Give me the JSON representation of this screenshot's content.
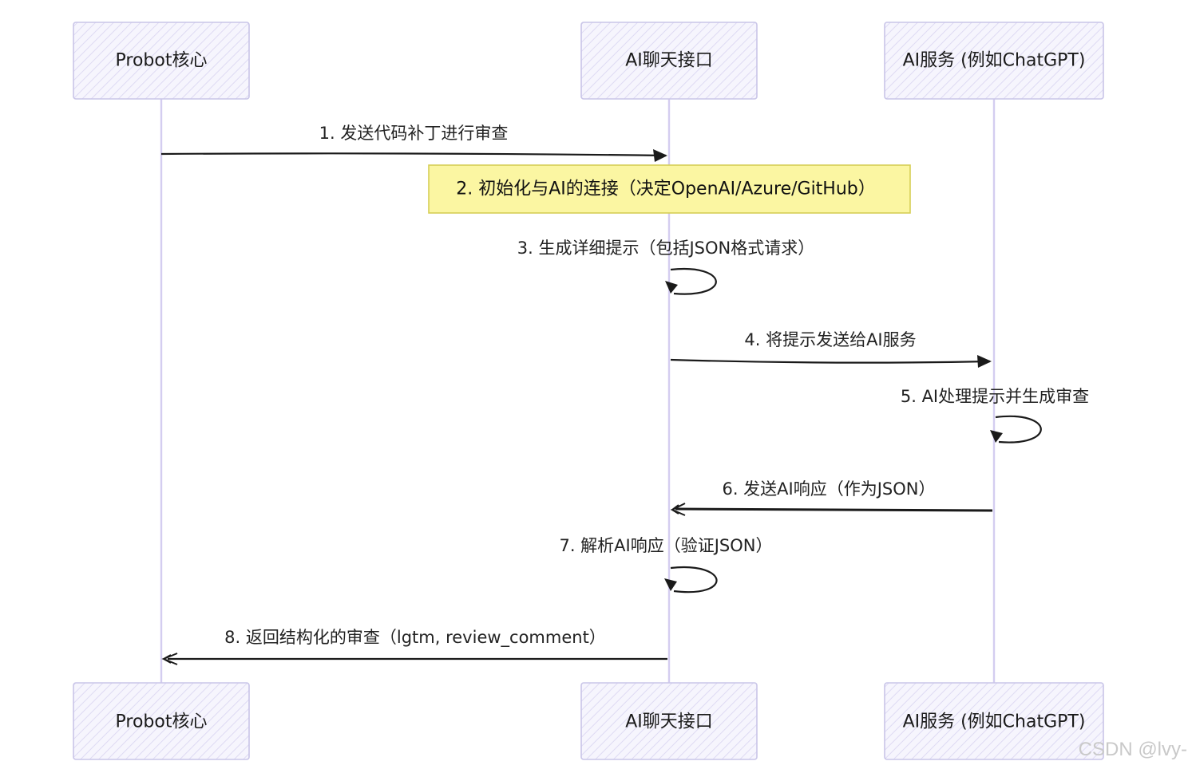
{
  "participants": [
    {
      "id": "probot",
      "label": "Probot核心"
    },
    {
      "id": "chat",
      "label": "AI聊天接口"
    },
    {
      "id": "ai",
      "label": "AI服务 (例如ChatGPT)"
    }
  ],
  "note": {
    "over": "chat",
    "text": "2. 初始化与AI的连接（决定OpenAI/Azure/GitHub）"
  },
  "messages": [
    {
      "from": "probot",
      "to": "chat",
      "kind": "call",
      "text": "1. 发送代码补丁进行审查"
    },
    {
      "from": "chat",
      "to": "chat",
      "kind": "self",
      "text": "3. 生成详细提示（包括JSON格式请求）"
    },
    {
      "from": "chat",
      "to": "ai",
      "kind": "call",
      "text": "4. 将提示发送给AI服务"
    },
    {
      "from": "ai",
      "to": "ai",
      "kind": "self",
      "text": "5. AI处理提示并生成审查"
    },
    {
      "from": "ai",
      "to": "chat",
      "kind": "reply",
      "text": "6. 发送AI响应（作为JSON）"
    },
    {
      "from": "chat",
      "to": "chat",
      "kind": "self",
      "text": "7. 解析AI响应（验证JSON）"
    },
    {
      "from": "chat",
      "to": "probot",
      "kind": "reply",
      "text": "8. 返回结构化的审查（lgtm, review_comment）"
    }
  ],
  "watermark": "CSDN @lvy-",
  "colors": {
    "lifeline": "#d4cdf0",
    "actor_fill": "#ecebfa",
    "note_fill": "#fbf6a2",
    "note_border": "#d6cf56",
    "arrow": "#1a1a1a"
  }
}
